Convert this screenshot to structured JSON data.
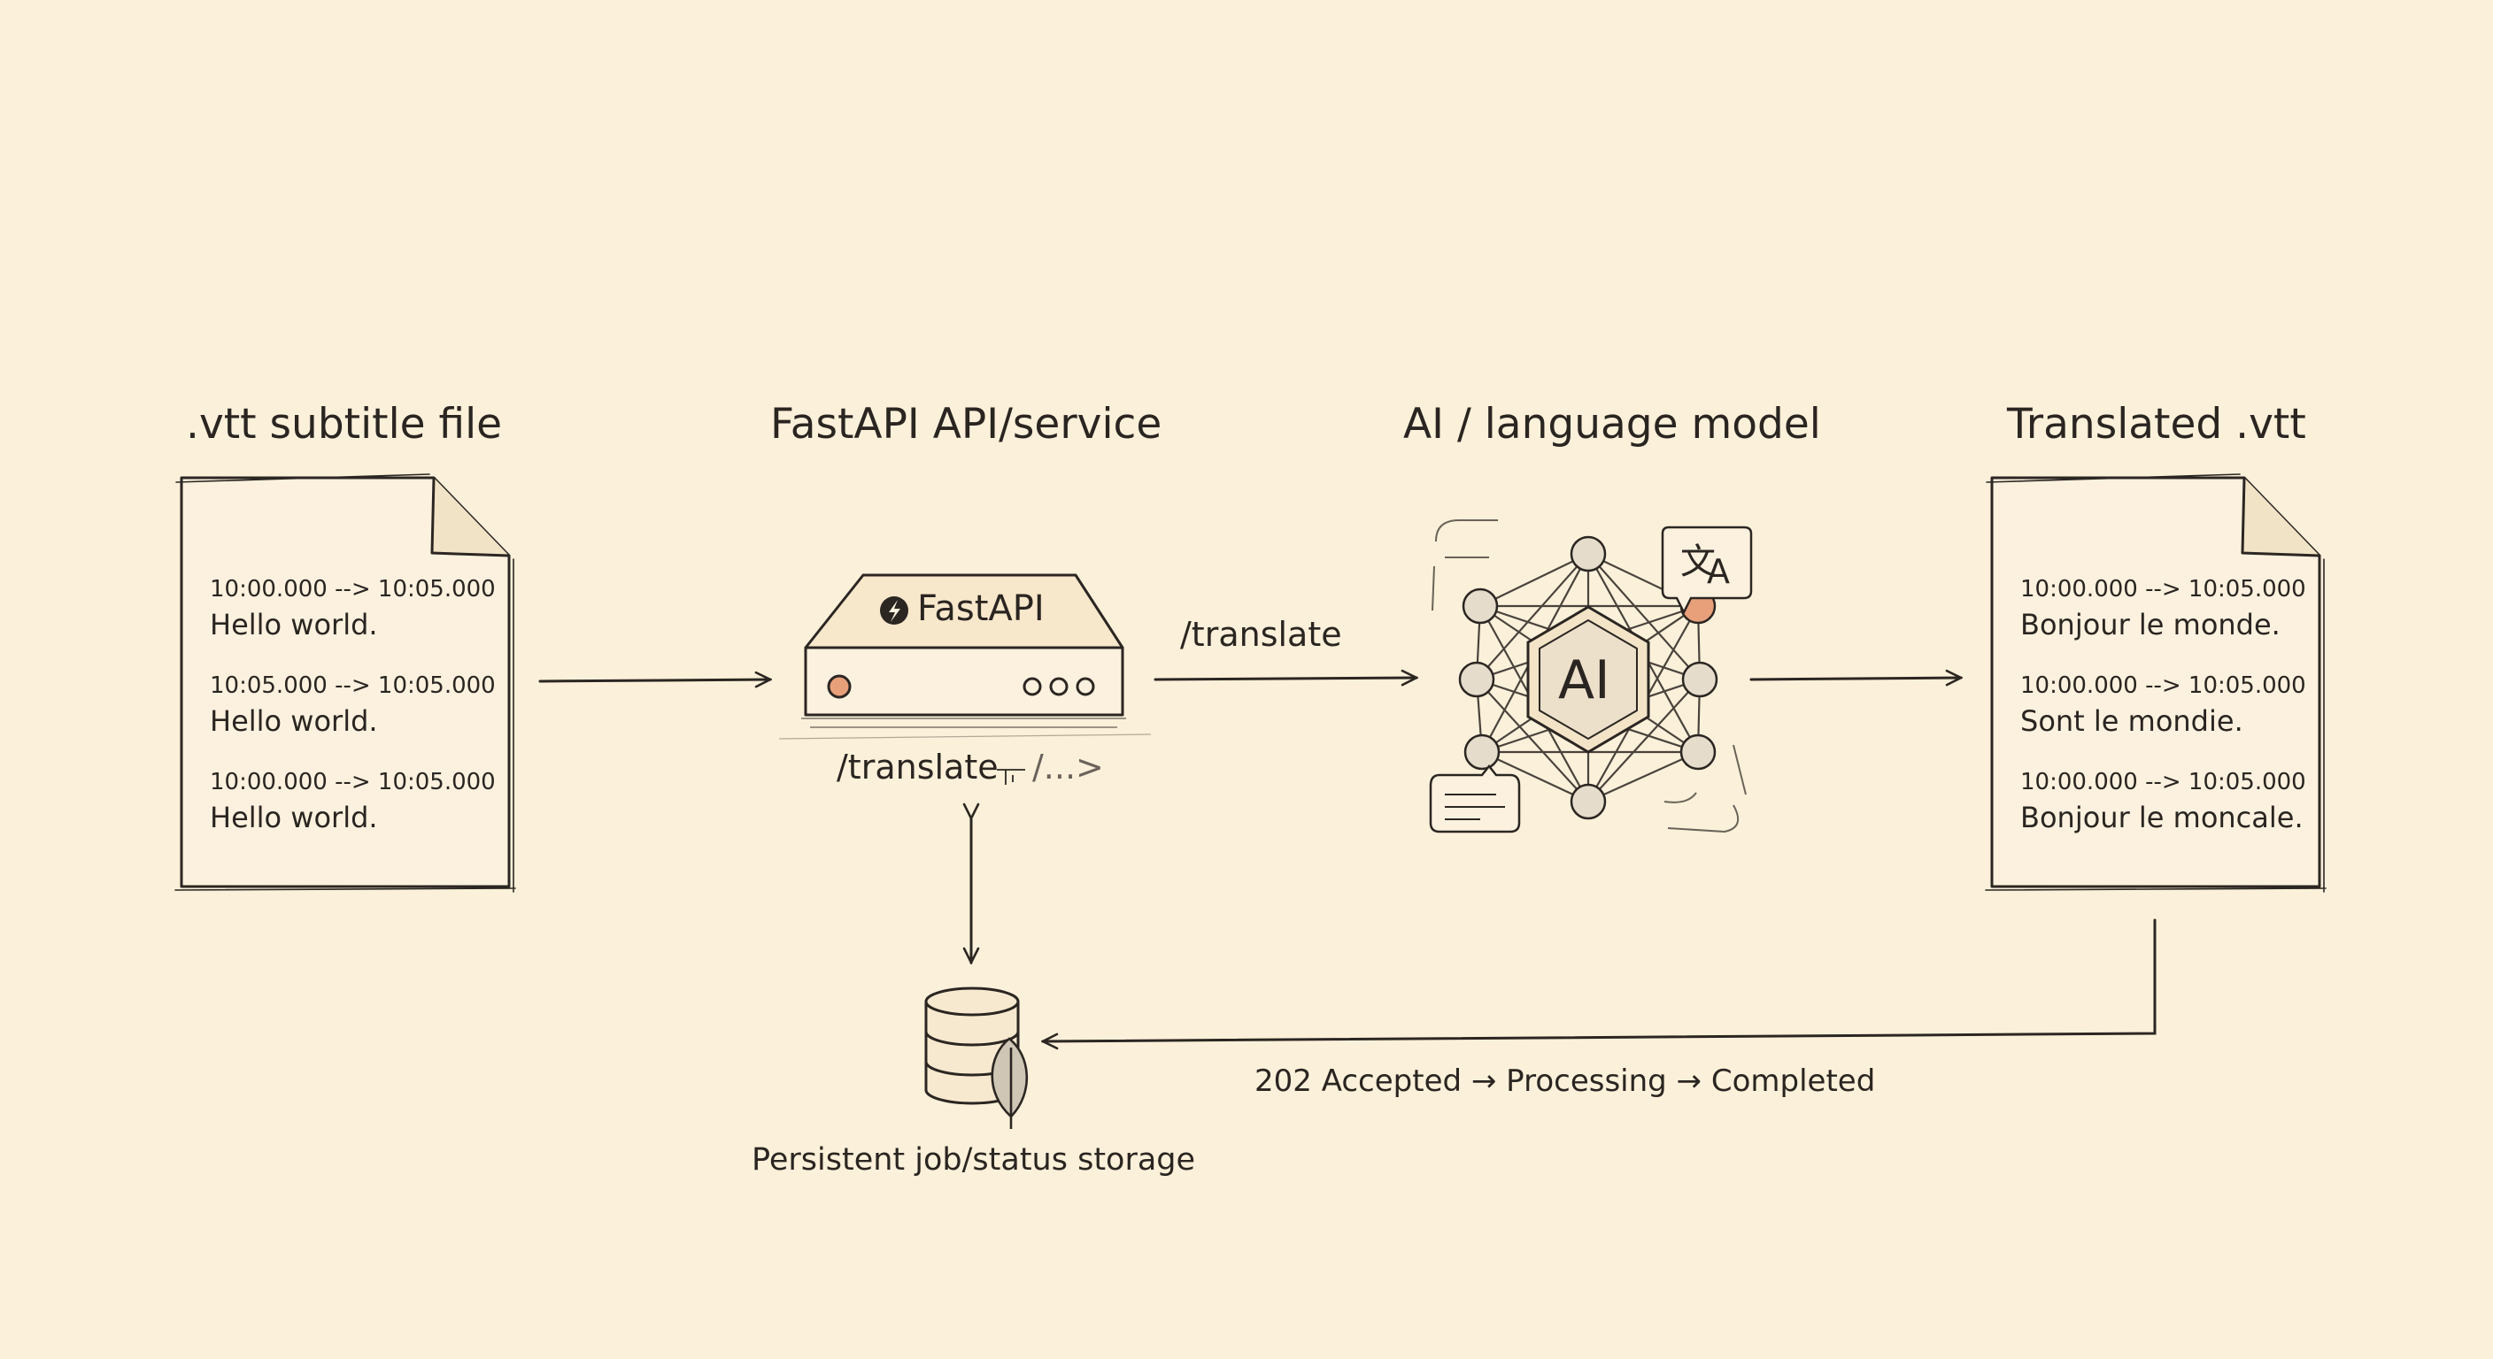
{
  "titles": {
    "input_file": ".vtt subtitle file",
    "api_service": "FastAPI API/service",
    "ai_model": "AI / language model",
    "output_file": "Translated .vtt"
  },
  "input_file": {
    "cues": [
      {
        "timestamp": "10:00.000 --> 10:05.000",
        "text": "Hello world."
      },
      {
        "timestamp": "10:05.000 --> 10:05.000",
        "text": "Hello world."
      },
      {
        "timestamp": "10:00.000 --> 10:05.000",
        "text": "Hello world."
      }
    ]
  },
  "output_file": {
    "cues": [
      {
        "timestamp": "10:00.000 --> 10:05.000",
        "text": "Bonjour le monde."
      },
      {
        "timestamp": "10:00.000 --> 10:05.000",
        "text": "Sont le mondie."
      },
      {
        "timestamp": "10:00.000 --> 10:05.000",
        "text": "Bonjour le moncale."
      }
    ]
  },
  "server": {
    "brand": "FastAPI",
    "endpoint_label": "/translate",
    "endpoint_suffix": "/...>"
  },
  "arrows": {
    "to_model_label": "/translate"
  },
  "ai": {
    "badge": "AI",
    "translate_glyph_a": "文",
    "translate_glyph_b": "A"
  },
  "storage": {
    "label": "Persistent job/status storage"
  },
  "status_flow": {
    "label": "202 Accepted → Processing → Completed"
  },
  "colors": {
    "background": "#fbf0d9",
    "ink": "#2b2622",
    "accent": "#e8a07a"
  }
}
